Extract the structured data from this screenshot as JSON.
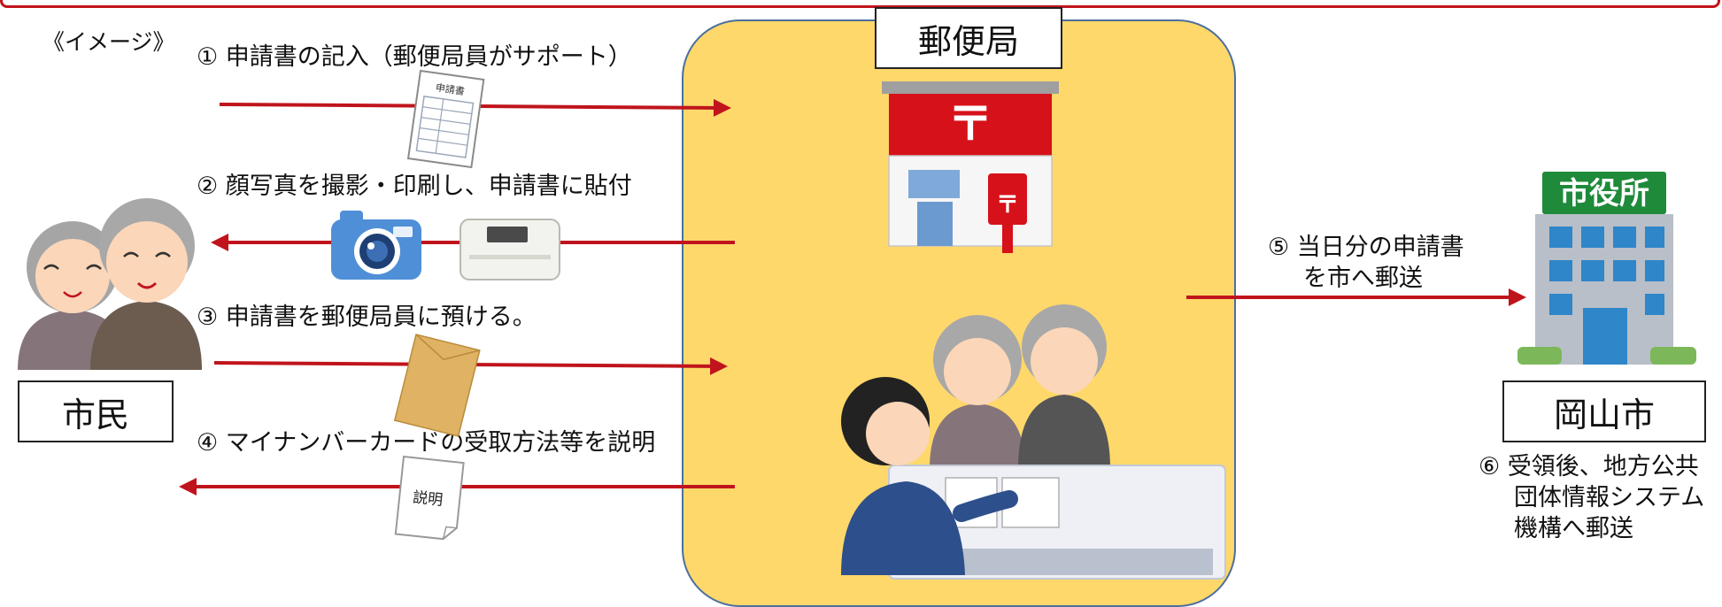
{
  "labels": {
    "image_label": "《イメージ》",
    "post_office": "郵便局",
    "citizen": "市民",
    "okayama": "岡山市",
    "city_hall_sign": "市役所",
    "application_form": "申請書",
    "explanation_doc": "説明"
  },
  "steps": {
    "s1": "① 申請書の記入（郵便局員がサポート）",
    "s2": "② 顔写真を撮影・印刷し、申請書に貼付",
    "s3": "③ 申請書を郵便局員に預ける。",
    "s4": "④ マイナンバーカードの受取方法等を説明",
    "s5_line1": "⑤ 当日分の申請書",
    "s5_line2": "を市へ郵送",
    "s6_line1": "⑥ 受領後、地方公共",
    "s6_line2": "団体情報システム",
    "s6_line3": "機構へ郵送"
  },
  "colors": {
    "arrow": "#c0141c",
    "post_bg": "#fed86a",
    "post_border": "#4c6f9e",
    "post_red": "#d7111a",
    "city_green": "#1f8a3a",
    "city_blue": "#2f86c8"
  },
  "icons": [
    "application-form-icon",
    "camera-icon",
    "photo-printer-icon",
    "envelope-icon",
    "explanation-doc-icon",
    "post-office-building-icon",
    "elderly-couple-icon",
    "city-hall-building-icon",
    "postal-clerk-counter-icon"
  ]
}
